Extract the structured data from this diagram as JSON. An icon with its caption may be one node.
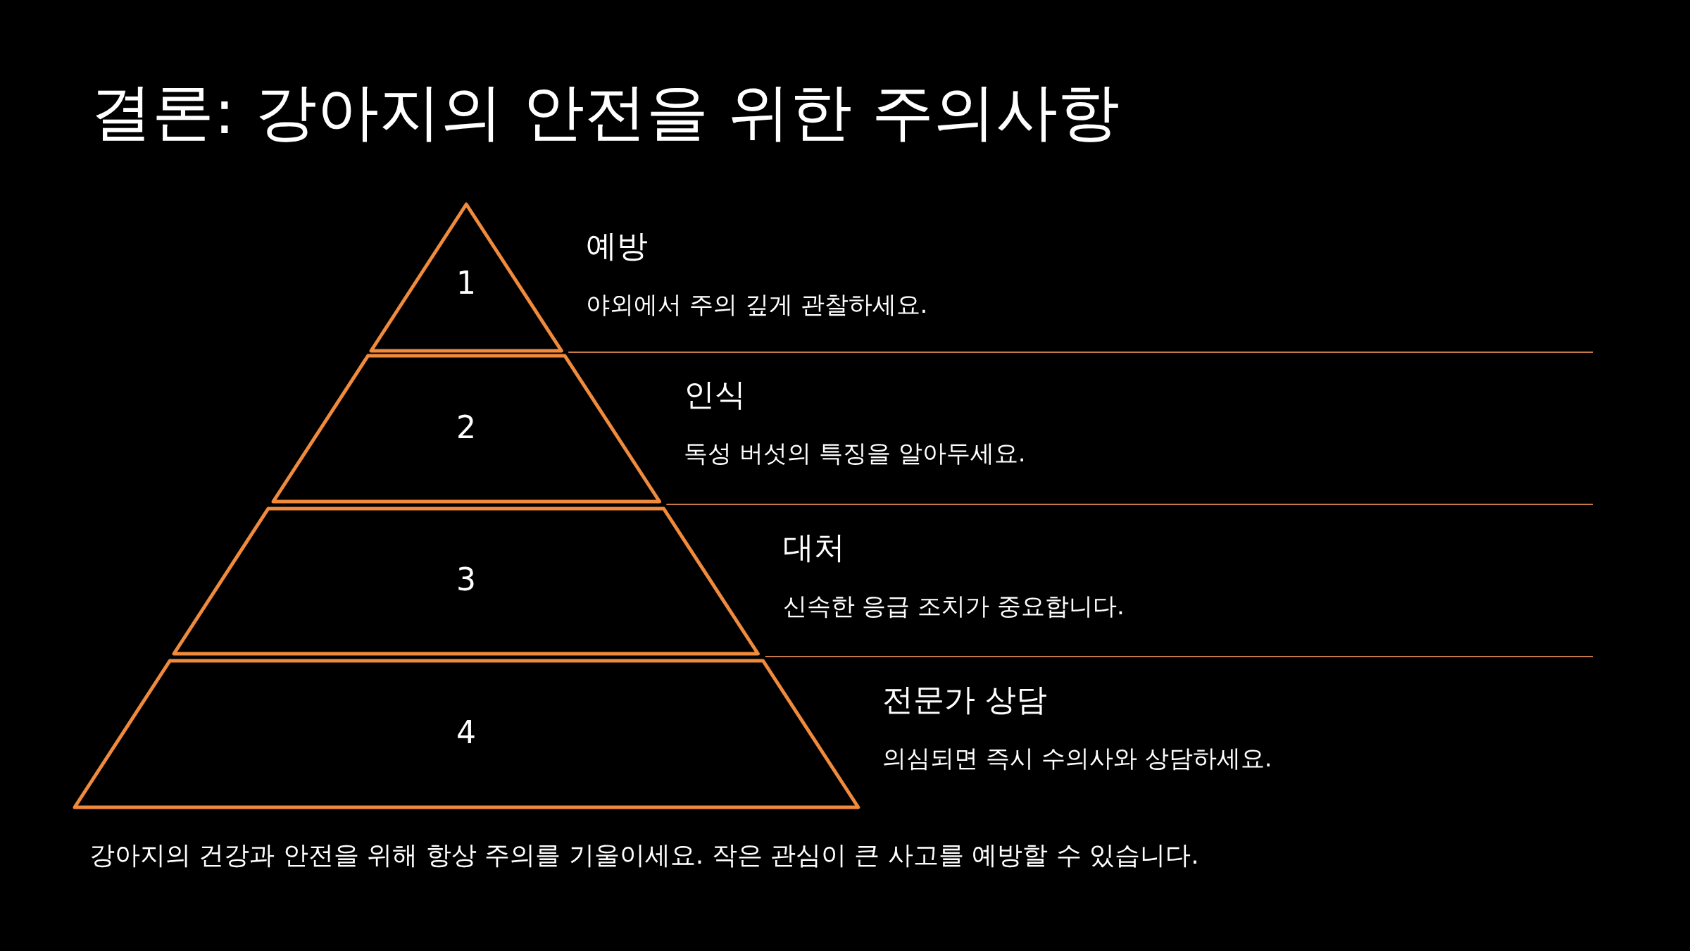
{
  "diagram": {
    "title": "결론: 강아지의 안전을 위한 주의사항",
    "caption": "강아지의 건강과 안전을 위해 항상 주의를 기울이세요. 작은 관심이 큰 사고를 예방할 수 있습니다.",
    "nodes": [
      {
        "text": [
          "1"
        ],
        "beside": [
          "예방",
          "야외에서 주의 깊게 관찰하세요."
        ]
      },
      {
        "text": [
          "2"
        ],
        "beside": [
          "인식",
          "독성 버섯의 특징을 알아두세요."
        ]
      },
      {
        "text": [
          "3"
        ],
        "beside": [
          "대처",
          "신속한 응급 조치가 중요합니다."
        ]
      },
      {
        "text": [
          "4"
        ],
        "beside": [
          "전문가 상담",
          "의심되면 즉시 수의사와 상담하세요."
        ]
      }
    ]
  }
}
